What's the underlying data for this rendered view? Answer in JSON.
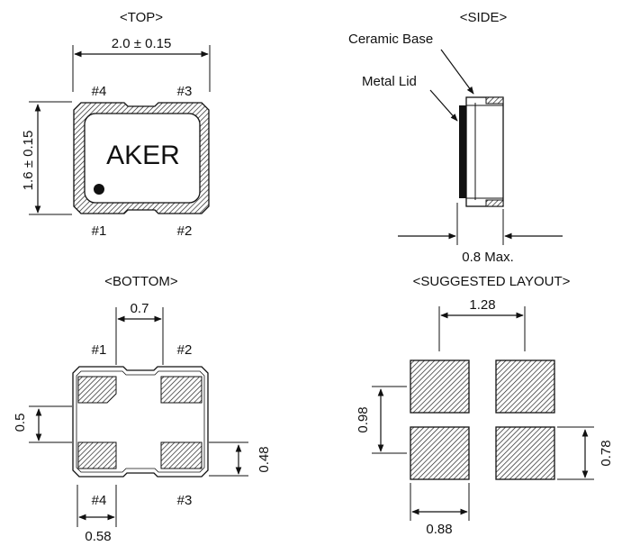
{
  "top_view": {
    "title": "<TOP>",
    "width_dim": "2.0 ± 0.15",
    "height_dim": "1.6 ± 0.15",
    "brand": "AKER",
    "pins": {
      "p1": "#1",
      "p2": "#2",
      "p3": "#3",
      "p4": "#4"
    }
  },
  "side_view": {
    "title": "<SIDE>",
    "ceramic_label": "Ceramic Base",
    "lid_label": "Metal Lid",
    "height_dim": "0.8 Max."
  },
  "bottom_view": {
    "title": "<BOTTOM>",
    "gap_dim": "0.7",
    "pad_height_dim": "0.5",
    "pad_spacing_dim": "0.48",
    "pad_width_dim": "0.58",
    "pins": {
      "p1": "#1",
      "p2": "#2",
      "p3": "#3",
      "p4": "#4"
    }
  },
  "layout_view": {
    "title": "<SUGGESTED LAYOUT>",
    "pitch_x_dim": "1.28",
    "pitch_y_dim": "0.98",
    "pad_height_dim": "0.78",
    "pad_width_dim": "0.88"
  }
}
